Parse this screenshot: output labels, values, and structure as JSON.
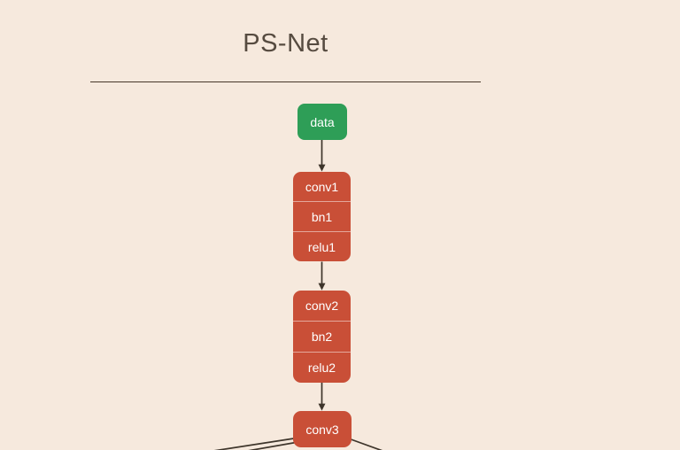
{
  "page": {
    "title": "PS-Net",
    "background_color": "#f6e9dd",
    "title_color": "#564b40",
    "divider_color": "#46372a"
  },
  "graph": {
    "edge_color": "#3e352b",
    "node_text_color": "#ffffff",
    "node_colors": {
      "data": "#2e9e57",
      "layer": "#c94f37"
    },
    "nodes": [
      {
        "id": "data",
        "type": "data",
        "labels": [
          "data"
        ]
      },
      {
        "id": "conv1",
        "type": "layer",
        "labels": [
          "conv1",
          "bn1",
          "relu1"
        ]
      },
      {
        "id": "conv2",
        "type": "layer",
        "labels": [
          "conv2",
          "bn2",
          "relu2"
        ]
      },
      {
        "id": "conv3",
        "type": "layer",
        "labels": [
          "conv3"
        ]
      }
    ],
    "edges": [
      {
        "from": "data",
        "to": "conv1"
      },
      {
        "from": "conv1",
        "to": "conv2"
      },
      {
        "from": "conv2",
        "to": "conv3"
      },
      {
        "from": "conv3",
        "to": "offscreen-bottom-left-1"
      },
      {
        "from": "conv3",
        "to": "offscreen-bottom-left-2"
      },
      {
        "from": "conv3",
        "to": "offscreen-bottom-right"
      }
    ]
  }
}
